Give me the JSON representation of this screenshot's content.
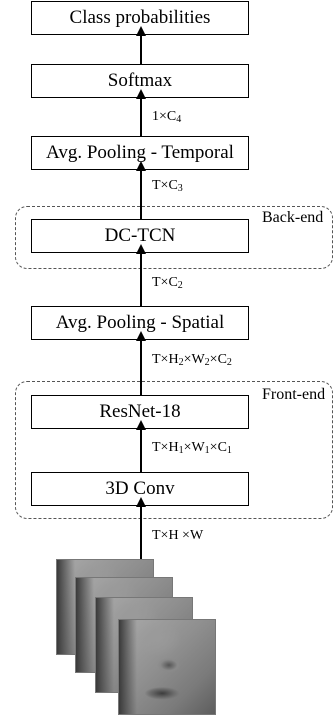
{
  "blocks": {
    "class_probabilities": "Class probabilities",
    "softmax": "Softmax",
    "avg_pool_temporal": "Avg. Pooling - Temporal",
    "dctcn": "DC-TCN",
    "avg_pool_spatial": "Avg. Pooling - Spatial",
    "resnet18": "ResNet-18",
    "conv3d": "3D Conv"
  },
  "groups": {
    "back_end": "Back-end",
    "front_end": "Front-end"
  },
  "dims": {
    "softmax_in": {
      "a": "1×C",
      "a_sub": "4"
    },
    "temporal_in": {
      "a": "T×C",
      "a_sub": "3"
    },
    "tcn_in": {
      "a": "T×C",
      "a_sub": "2"
    },
    "spatial_in": {
      "a": "T×H",
      "a_sub": "2",
      "b": "×W",
      "b_sub": "2",
      "c": "×C",
      "c_sub": "2"
    },
    "resnet_in": {
      "a": "T×H",
      "a_sub": "1",
      "b": "×W",
      "b_sub": "1",
      "c": "×C",
      "c_sub": "1"
    },
    "input": {
      "a": "T×H ×W"
    }
  }
}
